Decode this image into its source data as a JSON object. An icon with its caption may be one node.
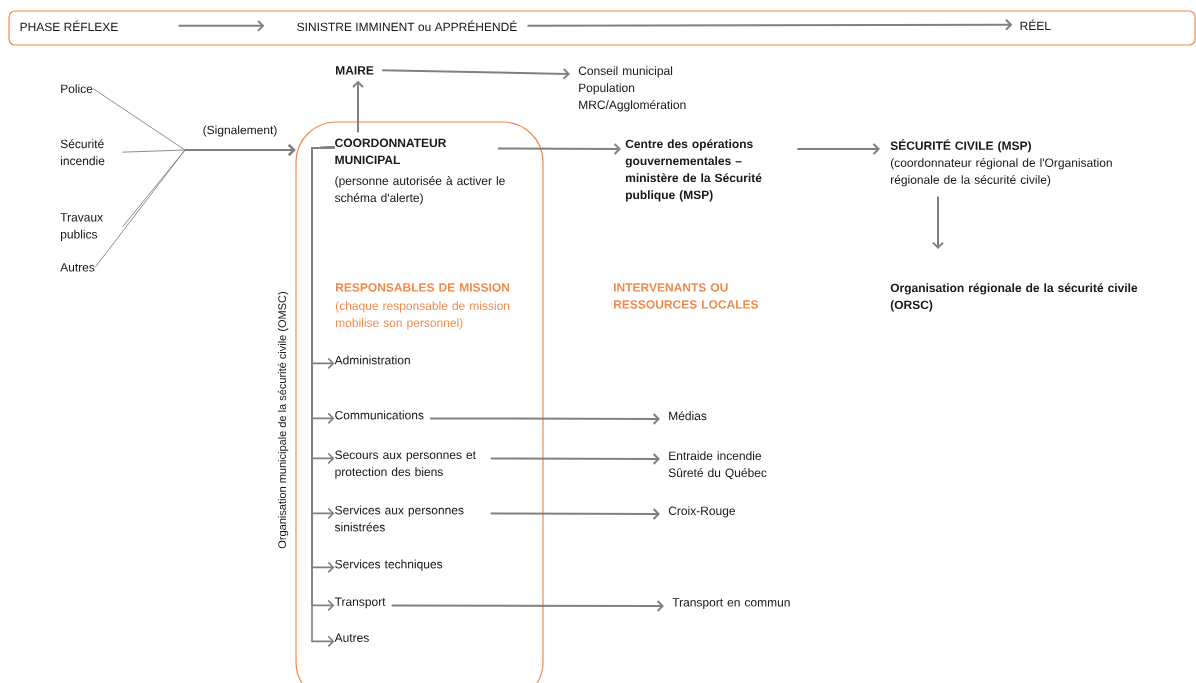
{
  "diagram": {
    "nodes": [
      {
        "text": [],
        "shape": "box"
      },
      {
        "text": [
          "PHASE RÉFLEXE"
        ],
        "in": 0
      },
      {
        "text": [
          "SINISTRE IMMINENT ou APPRÉHENDÉ"
        ],
        "in": 0
      },
      {
        "text": [
          "RÉEL"
        ],
        "in": 0
      },
      {
        "text": [
          "Police"
        ]
      },
      {
        "text": [
          "Sécurité incendie"
        ]
      },
      {
        "text": [
          "Travaux publics"
        ]
      },
      {
        "text": [
          "Autres"
        ]
      },
      {
        "text": [
          "MAIRE"
        ]
      },
      {
        "text": [
          "Conseil municipal",
          "Population",
          "MRC/Agglomération"
        ]
      },
      {
        "text": [
          "Organisation municipale de la sécurité civile (OMSC)"
        ]
      },
      {
        "text": [
          "COORDONNATEUR MUNICIPAL",
          "(personne autorisée à activer le schéma d'alerte)"
        ],
        "in": 10
      },
      {
        "text": [
          "Centre des opérations gouvernementales – ministère de la Sécurité publique (MSP)"
        ]
      },
      {
        "text": [
          "SÉCURITÉ CIVILE (MSP)",
          "(coordonnateur régional de l'Organisation régionale de la sécurité civile)"
        ]
      },
      {
        "text": [
          "Organisation régionale de la sécurité civile (ORSC)"
        ]
      },
      {
        "text": [
          "Administration"
        ],
        "in": 10
      },
      {
        "text": [
          "Communications"
        ],
        "in": 10
      },
      {
        "text": [
          "Secours aux personnes et protection des biens"
        ],
        "in": 10
      },
      {
        "text": [
          "Services aux personnes sinistrées"
        ],
        "in": 10
      },
      {
        "text": [
          "Services techniques"
        ],
        "in": 10
      },
      {
        "text": [
          "Transport"
        ],
        "in": 10
      },
      {
        "text": [
          "Autres"
        ],
        "in": 10
      },
      {
        "text": [
          "Médias"
        ]
      },
      {
        "text": [
          "Entraide incendie",
          "Sûreté du Québec"
        ]
      },
      {
        "text": [
          "Croix-Rouge"
        ]
      },
      {
        "text": [
          "Transport en commun"
        ]
      }
    ],
    "edges": [
      {
        "from": 1,
        "to": 2,
        "arrow": "to"
      },
      {
        "from": 2,
        "to": 3,
        "arrow": "to"
      },
      {
        "from": 4,
        "to": 10,
        "arrow": "to"
      },
      {
        "from": 5,
        "to": 10,
        "arrow": "to",
        "label": "(Signalement)"
      },
      {
        "from": 6,
        "to": 10,
        "arrow": "to"
      },
      {
        "from": 7,
        "to": 10,
        "arrow": "to"
      },
      {
        "from": 8,
        "to": 9,
        "arrow": "to"
      },
      {
        "from": 11,
        "to": 8,
        "arrow": "to"
      },
      {
        "from": 11,
        "to": 12,
        "arrow": "to"
      },
      {
        "from": 12,
        "to": 13,
        "arrow": "to"
      },
      {
        "from": 13,
        "to": 14,
        "arrow": "to"
      },
      {
        "from": 11,
        "to": 15,
        "arrow": "to"
      },
      {
        "from": 11,
        "to": 16,
        "arrow": "to"
      },
      {
        "from": 11,
        "to": 17,
        "arrow": "to"
      },
      {
        "from": 11,
        "to": 18,
        "arrow": "to"
      },
      {
        "from": 11,
        "to": 19,
        "arrow": "to"
      },
      {
        "from": 11,
        "to": 20,
        "arrow": "to"
      },
      {
        "from": 11,
        "to": 21,
        "arrow": "to"
      },
      {
        "from": 16,
        "to": 22,
        "arrow": "to"
      },
      {
        "from": 17,
        "to": 23,
        "arrow": "to"
      },
      {
        "from": 18,
        "to": 24,
        "arrow": "to"
      },
      {
        "from": 20,
        "to": 25,
        "arrow": "to"
      }
    ],
    "labels": [
      "RESPONSABLES DE MISSION",
      "(chaque responsable de mission mobilise son personnel)",
      "INTERVENANTS OU RESSOURCES LOCALES"
    ]
  }
}
